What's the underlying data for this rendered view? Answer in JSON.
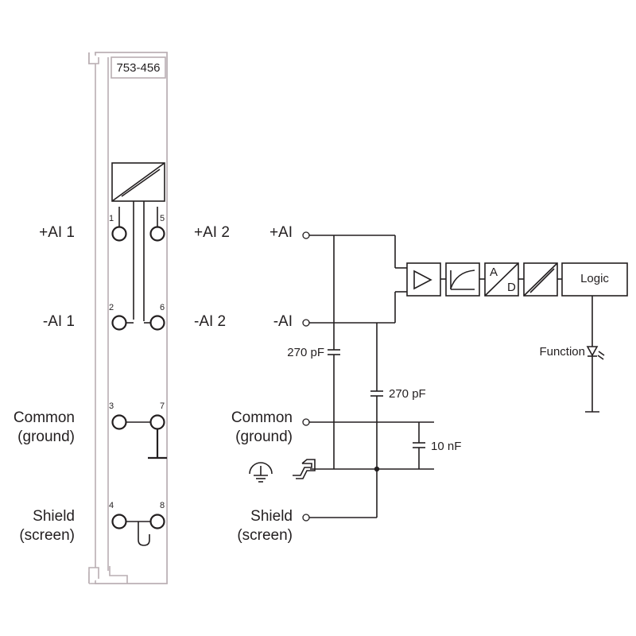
{
  "module": {
    "part_number": "753-456",
    "terminal_numbers": [
      "1",
      "5",
      "2",
      "6",
      "3",
      "7",
      "4",
      "8"
    ]
  },
  "left_labels": {
    "ai1_pos": "+AI 1",
    "ai1_neg": "-AI 1",
    "ai2_pos": "+AI 2",
    "ai2_neg": "-AI 2",
    "common_line1": "Common",
    "common_line2": "(ground)",
    "shield_line1": "Shield",
    "shield_line2": "(screen)"
  },
  "circuit": {
    "ai_pos": "+AI",
    "ai_neg": "-AI",
    "cap1": "270 pF",
    "cap2": "270 pF",
    "cap3": "10 nF",
    "common_line1": "Common",
    "common_line2": "(ground)",
    "shield_line1": "Shield",
    "shield_line2": "(screen)",
    "adc_a": "A",
    "adc_d": "D",
    "logic": "Logic",
    "function": "Function"
  }
}
